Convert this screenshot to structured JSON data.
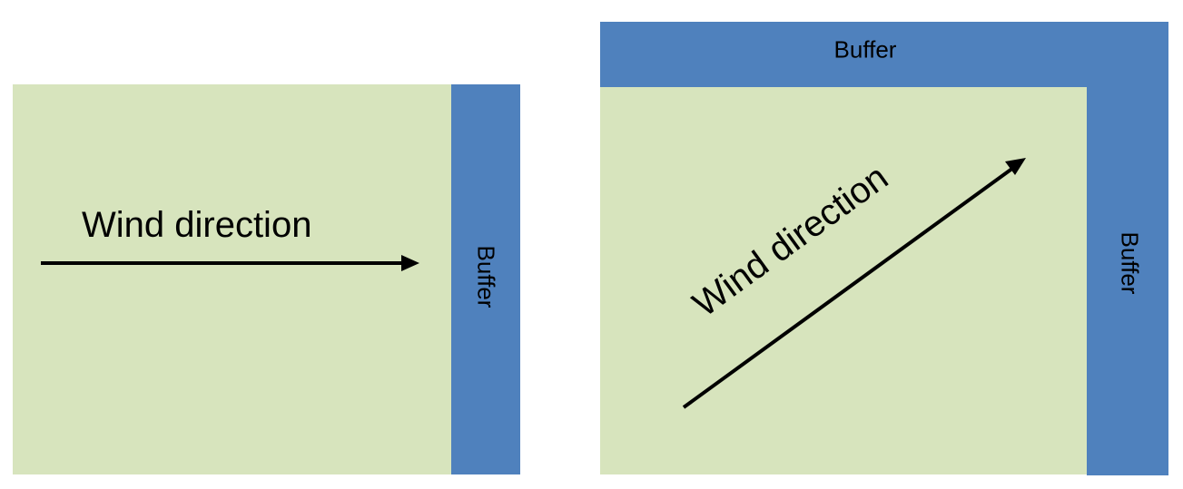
{
  "colors": {
    "field": "#d7e4bd",
    "buffer": "#4f81bd",
    "arrow": "#000000",
    "background": "#ffffff"
  },
  "left_panel": {
    "wind_label": "Wind direction",
    "buffer_label": "Buffer"
  },
  "right_panel": {
    "wind_label": "Wind direction",
    "buffer_top_label": "Buffer",
    "buffer_right_label": "Buffer"
  }
}
